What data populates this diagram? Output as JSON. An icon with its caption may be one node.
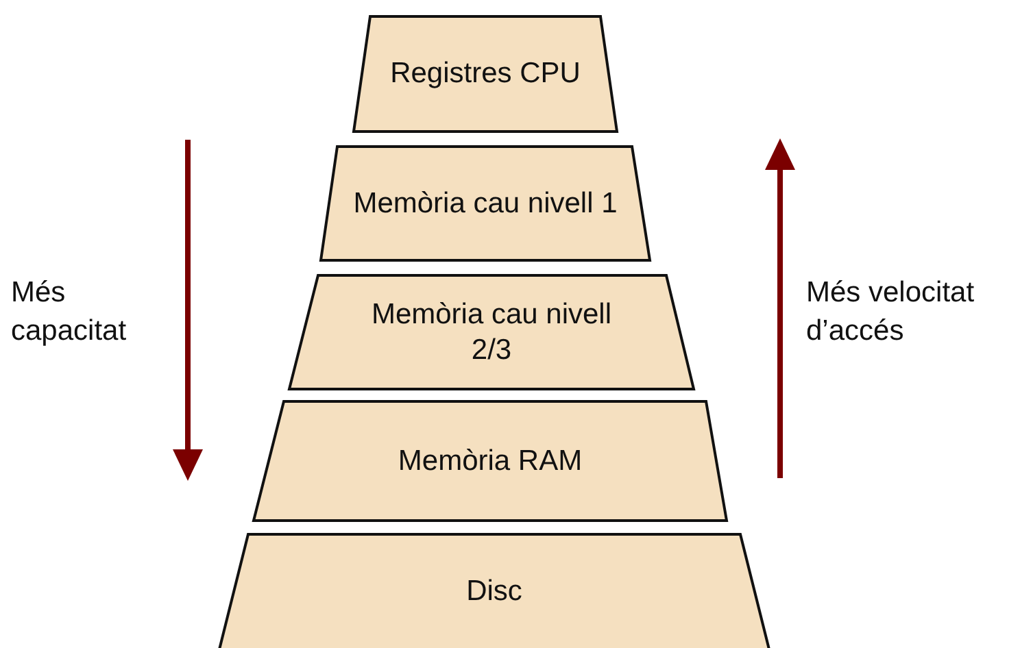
{
  "diagram": {
    "nodes": [
      {
        "text": [
          "Registres CPU"
        ]
      },
      {
        "text": [
          "Memòria cau nivell 1"
        ]
      },
      {
        "text": [
          "Memòria cau nivell 2/3"
        ]
      },
      {
        "text": [
          "Memòria RAM"
        ]
      },
      {
        "text": [
          "Disc"
        ]
      }
    ],
    "labels": [
      "Més capacitat",
      "Més velocitat d’accés"
    ]
  }
}
